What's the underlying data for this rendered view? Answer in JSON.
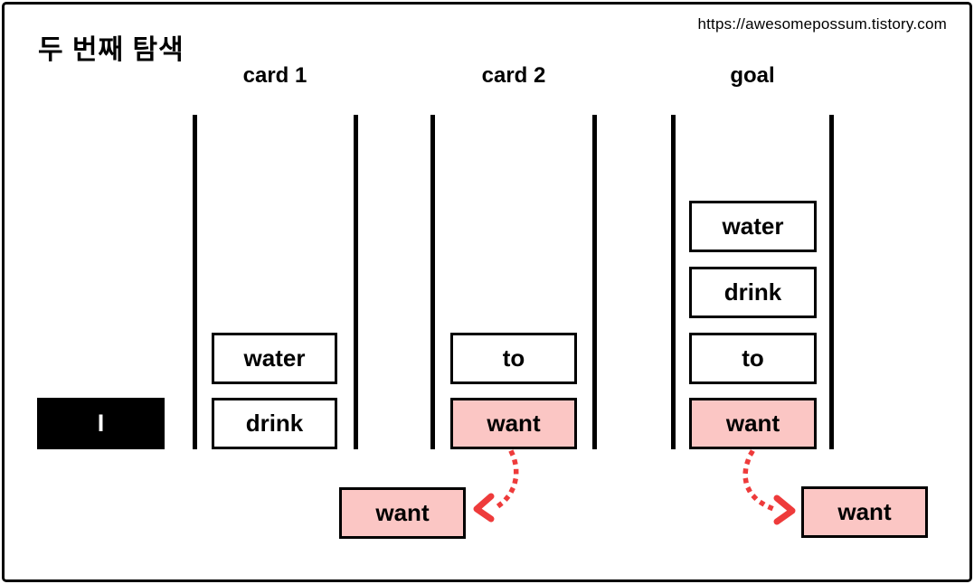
{
  "page": {
    "title": "두 번째 탐색",
    "url": "https://awesomepossum.tistory.com"
  },
  "colors": {
    "highlight_pink": "#FBC6C4",
    "arrow_red": "#EE3B3B",
    "stack_black": "#000000"
  },
  "query": {
    "label": "I"
  },
  "columns": [
    {
      "id": "card1",
      "label": "card 1",
      "items": [
        {
          "text": "water",
          "highlight": false
        },
        {
          "text": "drink",
          "highlight": false
        }
      ]
    },
    {
      "id": "card2",
      "label": "card 2",
      "items": [
        {
          "text": "to",
          "highlight": false
        },
        {
          "text": "want",
          "highlight": true
        }
      ]
    },
    {
      "id": "goal",
      "label": "goal",
      "items": [
        {
          "text": "water",
          "highlight": false
        },
        {
          "text": "drink",
          "highlight": false
        },
        {
          "text": "to",
          "highlight": false
        },
        {
          "text": "want",
          "highlight": true
        }
      ]
    }
  ],
  "extracted": [
    {
      "text": "want",
      "from": "card2"
    },
    {
      "text": "want",
      "from": "goal"
    }
  ]
}
